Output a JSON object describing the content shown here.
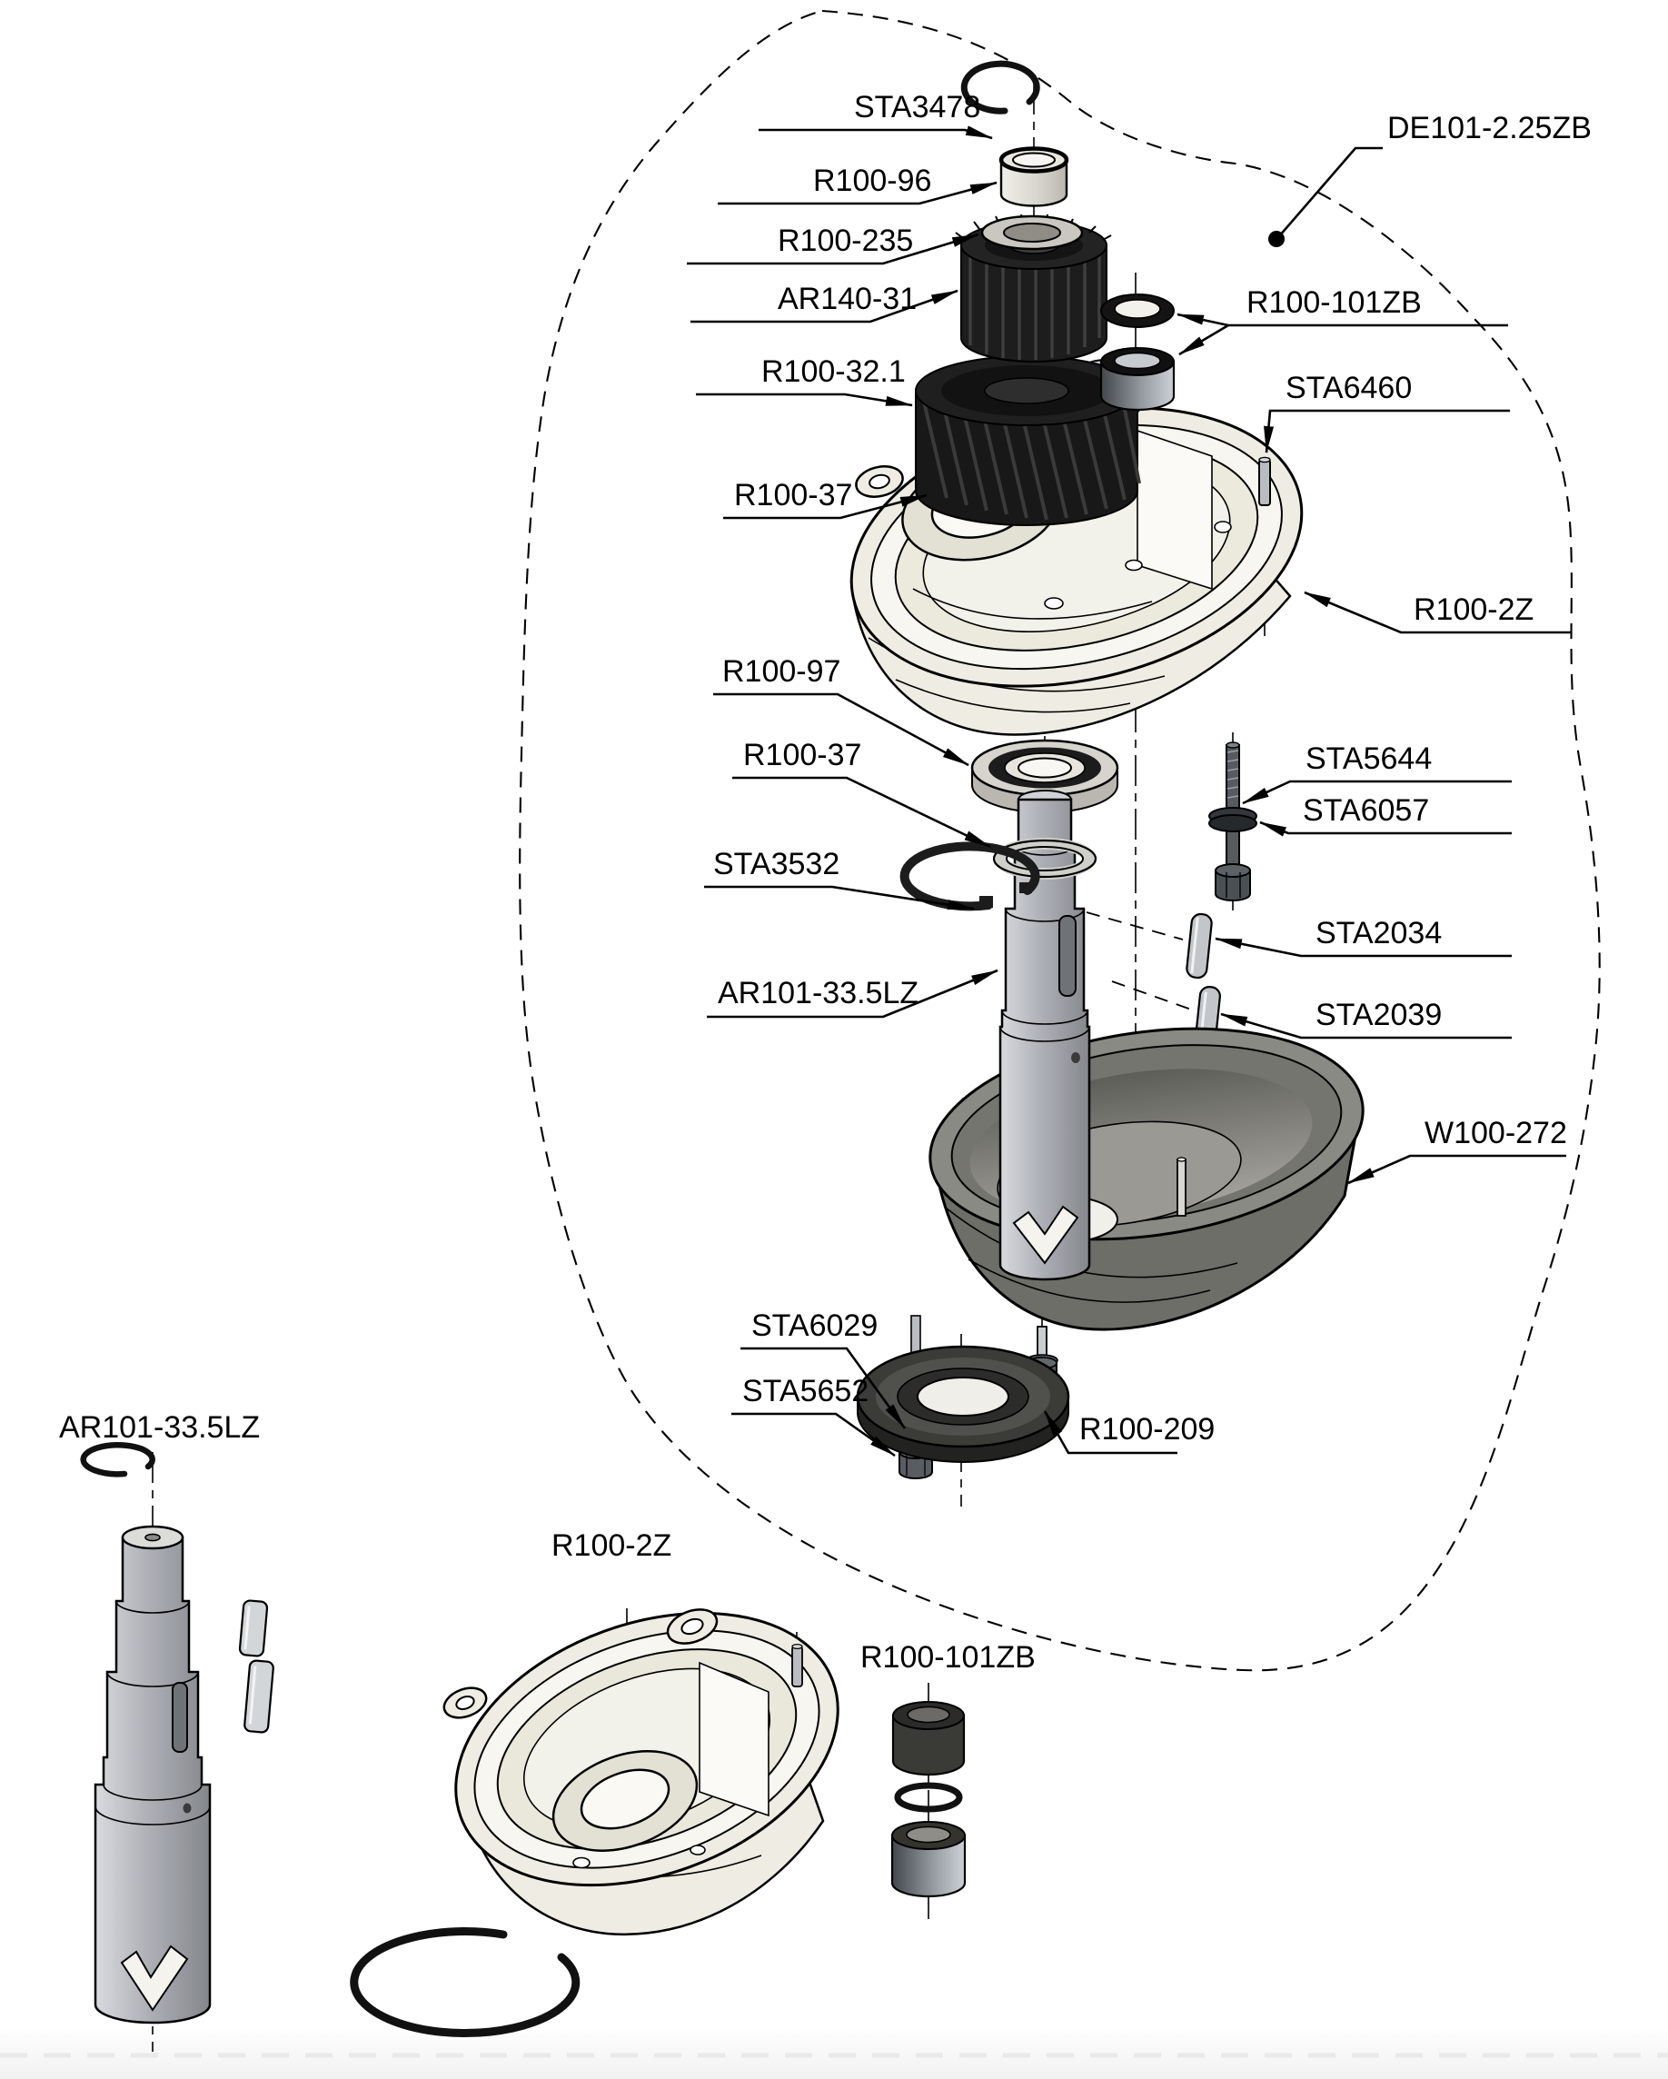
{
  "document": {
    "kind": "exploded-parts-diagram",
    "background": "#ffffff"
  },
  "callouts": {
    "sta3478": "STA3478",
    "r100_96": "R100-96",
    "r100_235": "R100-235",
    "ar140_31": "AR140-31",
    "r100_32_1": "R100-32.1",
    "de101": "DE101-2.25ZB",
    "r100_101zb": "R100-101ZB",
    "sta6460": "STA6460",
    "r100_37_a": "R100-37",
    "r100_2z": "R100-2Z",
    "r100_97": "R100-97",
    "r100_37_b": "R100-37",
    "sta5644": "STA5644",
    "sta6057": "STA6057",
    "sta3532": "STA3532",
    "sta2034": "STA2034",
    "ar101_33_5lz": "AR101-33.5LZ",
    "sta2039": "STA2039",
    "w100_272": "W100-272",
    "sta6029": "STA6029",
    "sta5652": "STA5652",
    "r100_209": "R100-209"
  },
  "sub_diagrams": {
    "shaft_label": "AR101-33.5LZ",
    "housing_label": "R100-2Z",
    "bushings_label": "R100-101ZB"
  },
  "colors": {
    "line": "#000000",
    "housing": "#f2f0e6",
    "gear": "#1d1d1d",
    "shaft": "#b9bcc2",
    "bowl": "#83837d",
    "seal": "#3b3b38"
  }
}
